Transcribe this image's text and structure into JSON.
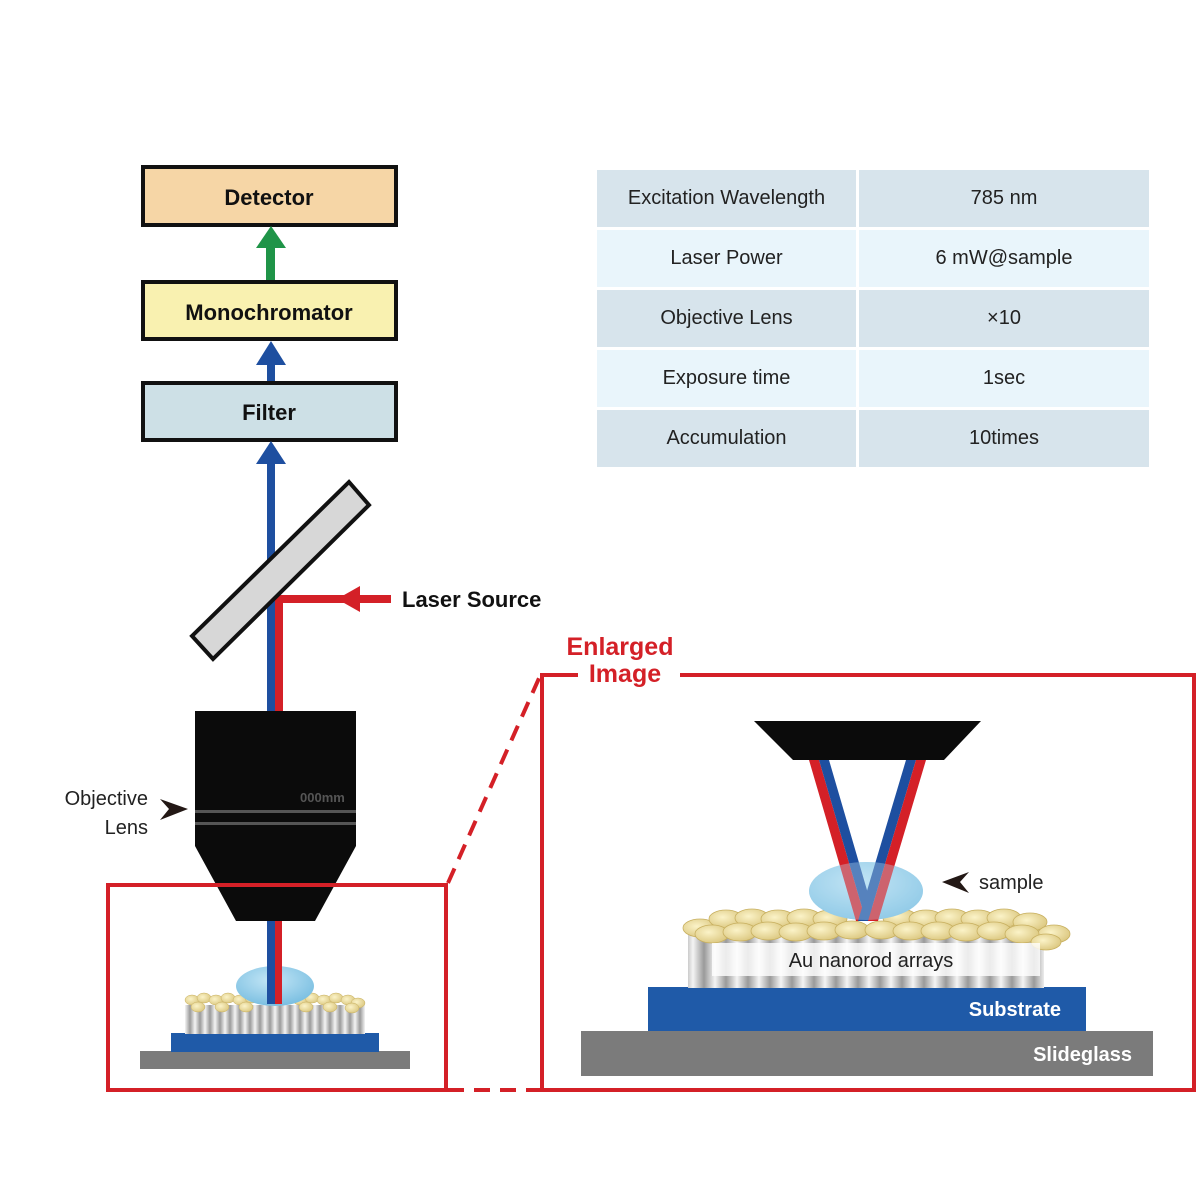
{
  "blocks": {
    "detector": "Detector",
    "monochromator": "Monochromator",
    "filter": "Filter"
  },
  "labels": {
    "laser_source": "Laser Source",
    "objective_lens_line1": "Objective",
    "objective_lens_line2": "Lens",
    "lens_marking": "000mm",
    "enlarged_line1": "Enlarged",
    "enlarged_line2": "Image",
    "sample": "sample",
    "au_nanorod_arrays": "Au nanorod arrays",
    "substrate": "Substrate",
    "slideglass": "Slideglass"
  },
  "parameters": [
    {
      "name": "Excitation Wavelength",
      "value": "785 nm"
    },
    {
      "name": "Laser Power",
      "value": "6 mW@sample"
    },
    {
      "name": "Objective Lens",
      "value": "×10"
    },
    {
      "name": "Exposure time",
      "value": "1sec"
    },
    {
      "name": "Accumulation",
      "value": "10times"
    }
  ],
  "colors": {
    "detector_fill": "#f6d6a6",
    "monochromator_fill": "#f9f1b0",
    "filter_fill": "#cde0e6",
    "laser_red": "#d42027",
    "signal_blue": "#1e4fa0",
    "detector_arrow_green": "#1f9448",
    "substrate_blue": "#1f5aa8",
    "slideglass_gray": "#7b7b7b",
    "nanorod_yellow": "#ecdc9a",
    "sample_droplet": "#8ccbe8"
  }
}
